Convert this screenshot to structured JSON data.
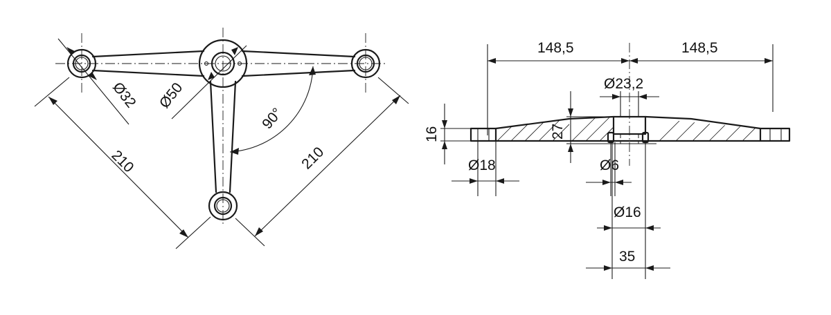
{
  "colors": {
    "line": "#1a1a1a",
    "background": "#ffffff"
  },
  "plan_view": {
    "dim_hole_dia": "Ø32",
    "dim_hub_dia": "Ø50",
    "dim_angle": "90°",
    "dim_left_span": "210",
    "dim_right_span": "210"
  },
  "section_view": {
    "dim_left_half": "148,5",
    "dim_right_half": "148,5",
    "dim_bore_dia": "Ø23,2",
    "dim_thickness": "16",
    "dim_hub_height": "27",
    "dim_end_bore": "Ø18",
    "dim_pin_dia": "Ø6",
    "dim_pin_circle": "Ø16",
    "dim_pin_spacing": "35"
  }
}
